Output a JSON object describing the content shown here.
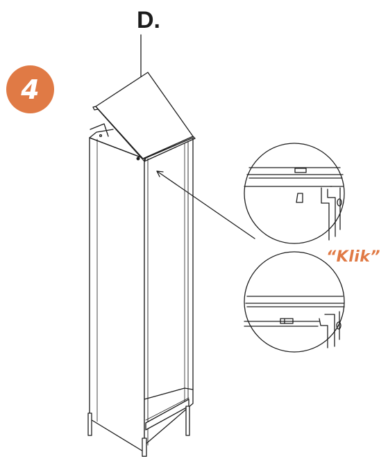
{
  "step": {
    "number": "4"
  },
  "part": {
    "label": "D."
  },
  "callout": {
    "text": "“Klik”"
  },
  "colors": {
    "accent": "#e07a45",
    "line": "#1c1c1c"
  },
  "icons": {
    "step_badge": "numbered-circle",
    "detail_views": [
      "magnified-circle-before",
      "magnified-circle-after"
    ]
  }
}
